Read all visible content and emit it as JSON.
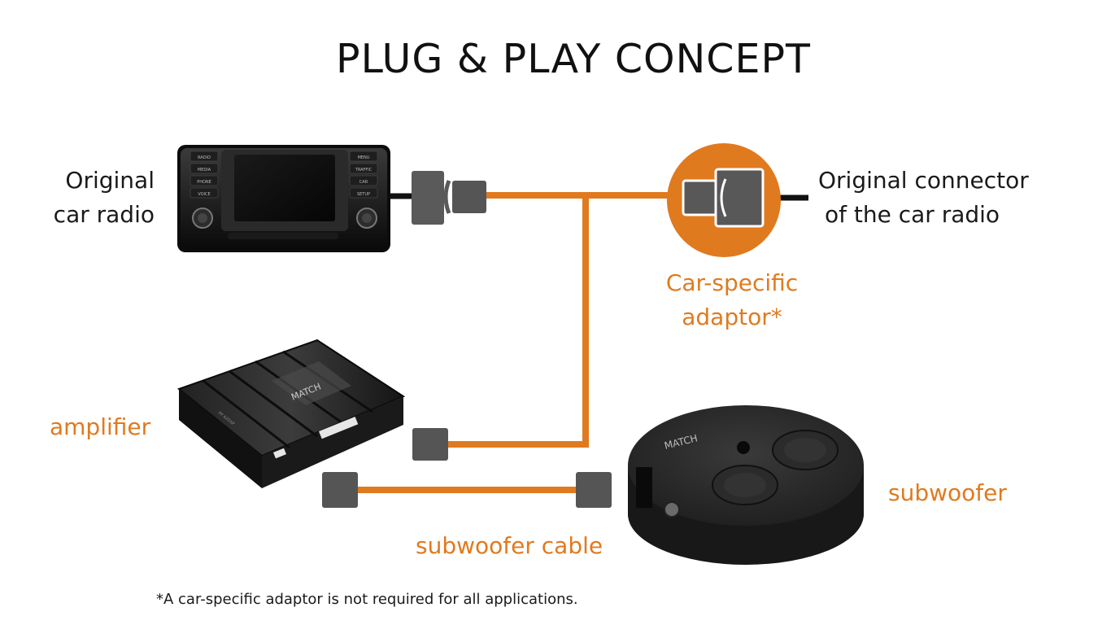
{
  "title": "PLUG & PLAY CONCEPT",
  "labels": {
    "car_radio_line1": "Original",
    "car_radio_line2": "car radio",
    "connector_line1": "Original connector",
    "connector_line2": "of the car radio",
    "adaptor_line1": "Car-specific",
    "adaptor_line2": "adaptor*",
    "amplifier": "amplifier",
    "subwoofer": "subwoofer",
    "subwoofer_cable": "subwoofer cable"
  },
  "device_text": {
    "brand": "MATCH",
    "amp_model": "PP 62DSP",
    "radio_left_buttons": [
      "RADIO",
      "MEDIA",
      "PHONE",
      "VOICE"
    ],
    "radio_right_buttons": [
      "MENU",
      "TRAFFIC",
      "CAR",
      "SETUP"
    ]
  },
  "footnote": "*A car-specific adaptor is not required for all applications.",
  "colors": {
    "accent": "#e07a1f",
    "cable_dark": "#111111",
    "connector_gray": "#555555",
    "text": "#1a1a1a"
  }
}
